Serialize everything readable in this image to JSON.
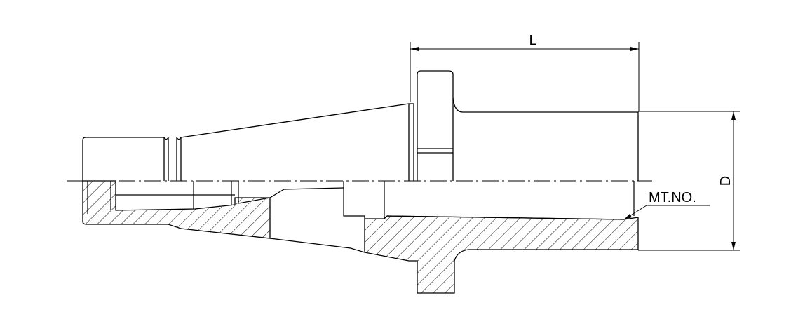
{
  "labels": {
    "length": "L",
    "diameter": "D",
    "taper": "MT.NO."
  },
  "colors": {
    "line": "#000000",
    "background": "#ffffff"
  }
}
